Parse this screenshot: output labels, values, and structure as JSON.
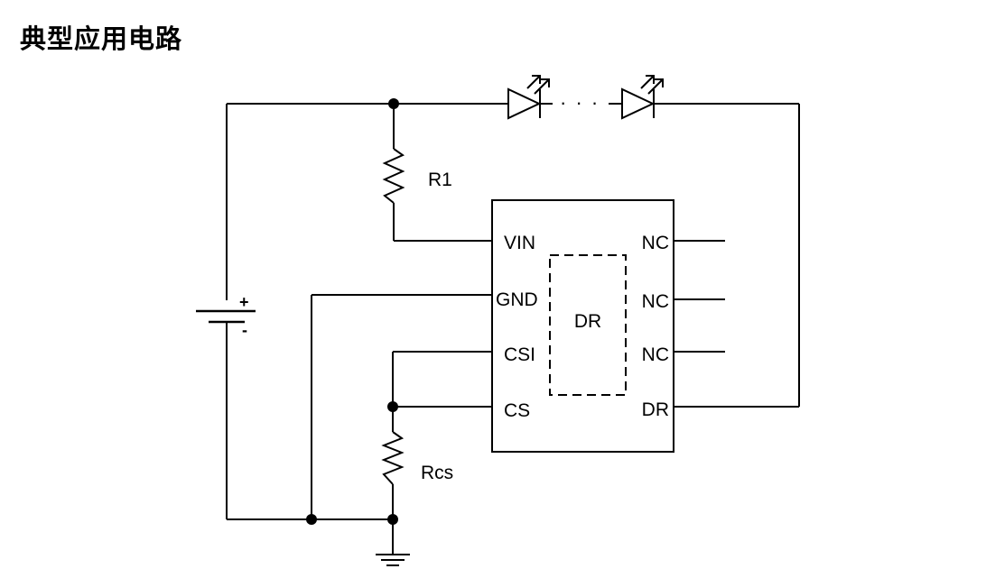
{
  "title": "典型应用电路",
  "resistors": {
    "r1": "R1",
    "rcs": "Rcs"
  },
  "battery": {
    "plus": "+",
    "minus": "-"
  },
  "led_chain": {
    "ellipsis": "· · ·"
  },
  "ic": {
    "center_label": "DR",
    "left_pins": [
      "VIN",
      "GND",
      "CSI",
      "CS"
    ],
    "right_pins": [
      "NC",
      "NC",
      "NC",
      "DR"
    ]
  }
}
